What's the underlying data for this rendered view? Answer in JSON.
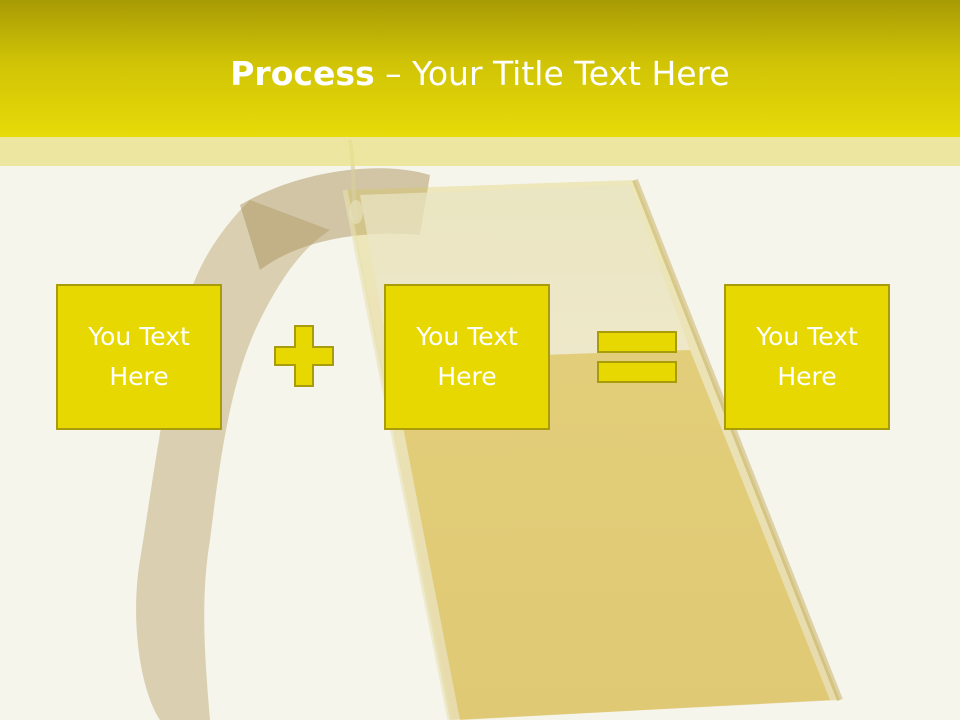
{
  "slide": {
    "title_bold": "Process",
    "title_rest": " – Your Title Text Here"
  },
  "boxes": [
    {
      "text": "You Text Here"
    },
    {
      "text": "You Text Here"
    },
    {
      "text": "You Text Here"
    }
  ],
  "operators": [
    {
      "icon": "plus-icon"
    },
    {
      "icon": "equals-icon"
    }
  ],
  "colors": {
    "header_dark": "#a79b05",
    "header_light": "#e7db08",
    "box_fill": "#e6d800",
    "box_border": "#a89c0a",
    "text": "#ffffff"
  }
}
